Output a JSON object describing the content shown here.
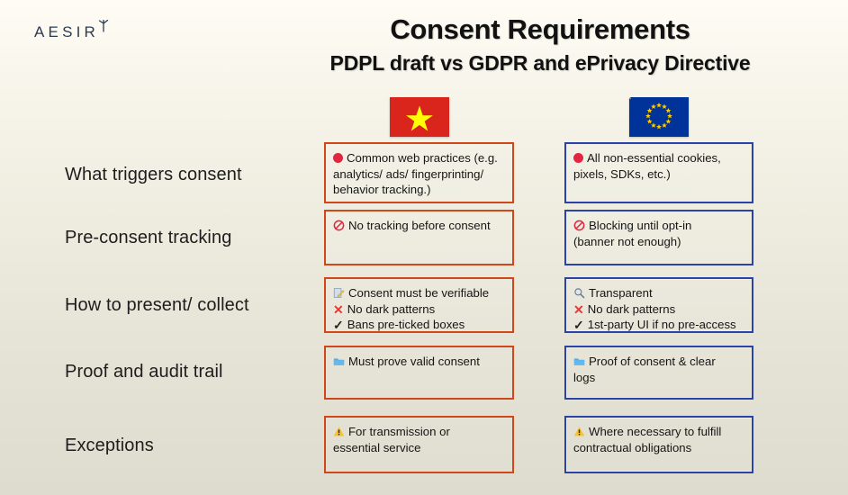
{
  "brand": {
    "name": "AESIR",
    "mark_icon": "aesir-rune-icon"
  },
  "header": {
    "title": "Consent Requirements",
    "subtitle": "PDPL draft vs GDPR and ePrivacy Directive"
  },
  "columns": [
    {
      "id": "vn",
      "flag_icon": "vietnam-flag-icon",
      "accent": "#D1471A"
    },
    {
      "id": "eu",
      "flag_icon": "european-union-flag-icon",
      "accent": "#2A43A8"
    }
  ],
  "rows": [
    {
      "label": "What triggers consent",
      "vn": {
        "lines": [
          {
            "icon": "red-circle-icon",
            "text": "Common web practices (e.g."
          },
          {
            "icon": null,
            "text": "analytics/ ads/ fingerprinting/"
          },
          {
            "icon": null,
            "text": "behavior tracking.)"
          }
        ]
      },
      "eu": {
        "lines": [
          {
            "icon": "red-circle-icon",
            "text": "All non-essential cookies,"
          },
          {
            "icon": null,
            "text": "pixels, SDKs, etc.)"
          }
        ]
      }
    },
    {
      "label": "Pre-consent tracking",
      "vn": {
        "lines": [
          {
            "icon": "prohibited-icon",
            "text": "No tracking before consent"
          }
        ]
      },
      "eu": {
        "lines": [
          {
            "icon": "prohibited-icon",
            "text": "Blocking until opt-in"
          },
          {
            "icon": null,
            "text": "(banner not enough)"
          }
        ]
      }
    },
    {
      "label": "How to present/ collect",
      "vn": {
        "lines": [
          {
            "icon": "memo-icon",
            "text": "Consent must be verifiable"
          },
          {
            "icon": "cross-mark-icon",
            "text": "No dark patterns"
          },
          {
            "icon": "check-mark-icon",
            "text": "Bans pre-ticked boxes"
          }
        ]
      },
      "eu": {
        "lines": [
          {
            "icon": "magnifying-glass-icon",
            "text": "Transparent"
          },
          {
            "icon": "cross-mark-icon",
            "text": "No dark patterns"
          },
          {
            "icon": "check-mark-icon",
            "text": "1st-party UI if no pre-access"
          }
        ]
      }
    },
    {
      "label": "Proof and audit trail",
      "vn": {
        "lines": [
          {
            "icon": "folder-icon",
            "text": "Must prove valid consent"
          }
        ]
      },
      "eu": {
        "lines": [
          {
            "icon": "folder-icon",
            "text": "Proof of consent & clear"
          },
          {
            "icon": null,
            "text": "logs"
          }
        ]
      }
    },
    {
      "label": "Exceptions",
      "vn": {
        "lines": [
          {
            "icon": "warning-icon",
            "text": "For transmission or"
          },
          {
            "icon": null,
            "text": "essential service"
          }
        ]
      },
      "eu": {
        "lines": [
          {
            "icon": "warning-icon",
            "text": "Where necessary to fulfill"
          },
          {
            "icon": null,
            "text": "contractual obligations"
          }
        ]
      }
    }
  ]
}
